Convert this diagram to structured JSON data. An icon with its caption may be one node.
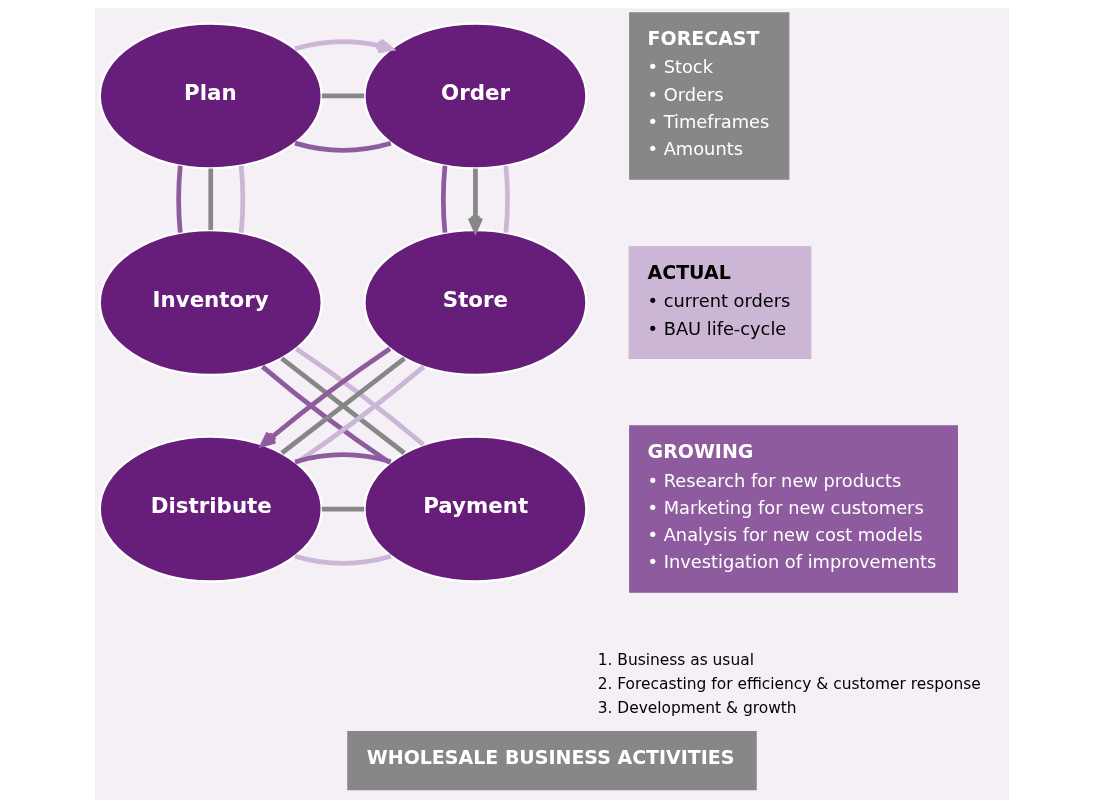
{
  "diagram": {
    "title": "WHOLESALE BUSINESS ACTIVITIES",
    "nodes": [
      {
        "text": [
          "Plan"
        ]
      },
      {
        "text": [
          "Order"
        ]
      },
      {
        "text": [
          "FORECAST",
          "• Stock",
          "• Orders",
          "• Timeframes",
          "• Amounts"
        ]
      },
      {
        "text": [
          "ACTUAL",
          "• current orders",
          "• BAU life-cycle"
        ]
      },
      {
        "text": [
          "Inventory"
        ]
      },
      {
        "text": [
          "Store"
        ]
      },
      {
        "text": [
          "Payment"
        ]
      },
      {
        "text": [
          "Distribute"
        ]
      },
      {
        "text": [
          "GROWING",
          "• Research for new products",
          "• Marketing for new customers",
          "• Analysis for new cost models",
          "• Investigation of improvements"
        ]
      }
    ],
    "edges": [
      {
        "from": 0,
        "to": 1,
        "arrow": "none",
        "color": "#8e5c9e"
      },
      {
        "from": 0,
        "to": 1,
        "arrow": "none",
        "color": "#878787"
      },
      {
        "from": 0,
        "to": 1,
        "arrow": "to",
        "color": "#cbb6d5"
      },
      {
        "from": 1,
        "to": 5,
        "arrow": "none",
        "color": "#8e5c9e"
      },
      {
        "from": 1,
        "to": 5,
        "arrow": "to",
        "color": "#878787"
      },
      {
        "from": 1,
        "to": 5,
        "arrow": "none",
        "color": "#cbb6d5"
      },
      {
        "from": 5,
        "to": 7,
        "arrow": "to",
        "color": "#8e5c9e"
      },
      {
        "from": 5,
        "to": 7,
        "arrow": "none",
        "color": "#878787"
      },
      {
        "from": 5,
        "to": 7,
        "arrow": "none",
        "color": "#cbb6d5"
      },
      {
        "from": 7,
        "to": 6,
        "arrow": "none",
        "color": "#cbb6d5"
      },
      {
        "from": 7,
        "to": 6,
        "arrow": "none",
        "color": "#878787"
      },
      {
        "from": 7,
        "to": 6,
        "arrow": "none",
        "color": "#8e5c9e"
      },
      {
        "from": 6,
        "to": 4,
        "arrow": "none",
        "color": "#8e5c9e"
      },
      {
        "from": 6,
        "to": 4,
        "arrow": "none",
        "color": "#878787"
      },
      {
        "from": 6,
        "to": 4,
        "arrow": "none",
        "color": "#cbb6d5"
      },
      {
        "from": 4,
        "to": 0,
        "arrow": "none",
        "color": "#8e5c9e"
      },
      {
        "from": 4,
        "to": 0,
        "arrow": "none",
        "color": "#878787"
      },
      {
        "from": 4,
        "to": 0,
        "arrow": "none",
        "color": "#cbb6d5"
      }
    ],
    "labels": [
      "1. Business as usual",
      "2. Forecasting for efficiency & customer response",
      "3. Development & growth"
    ]
  }
}
